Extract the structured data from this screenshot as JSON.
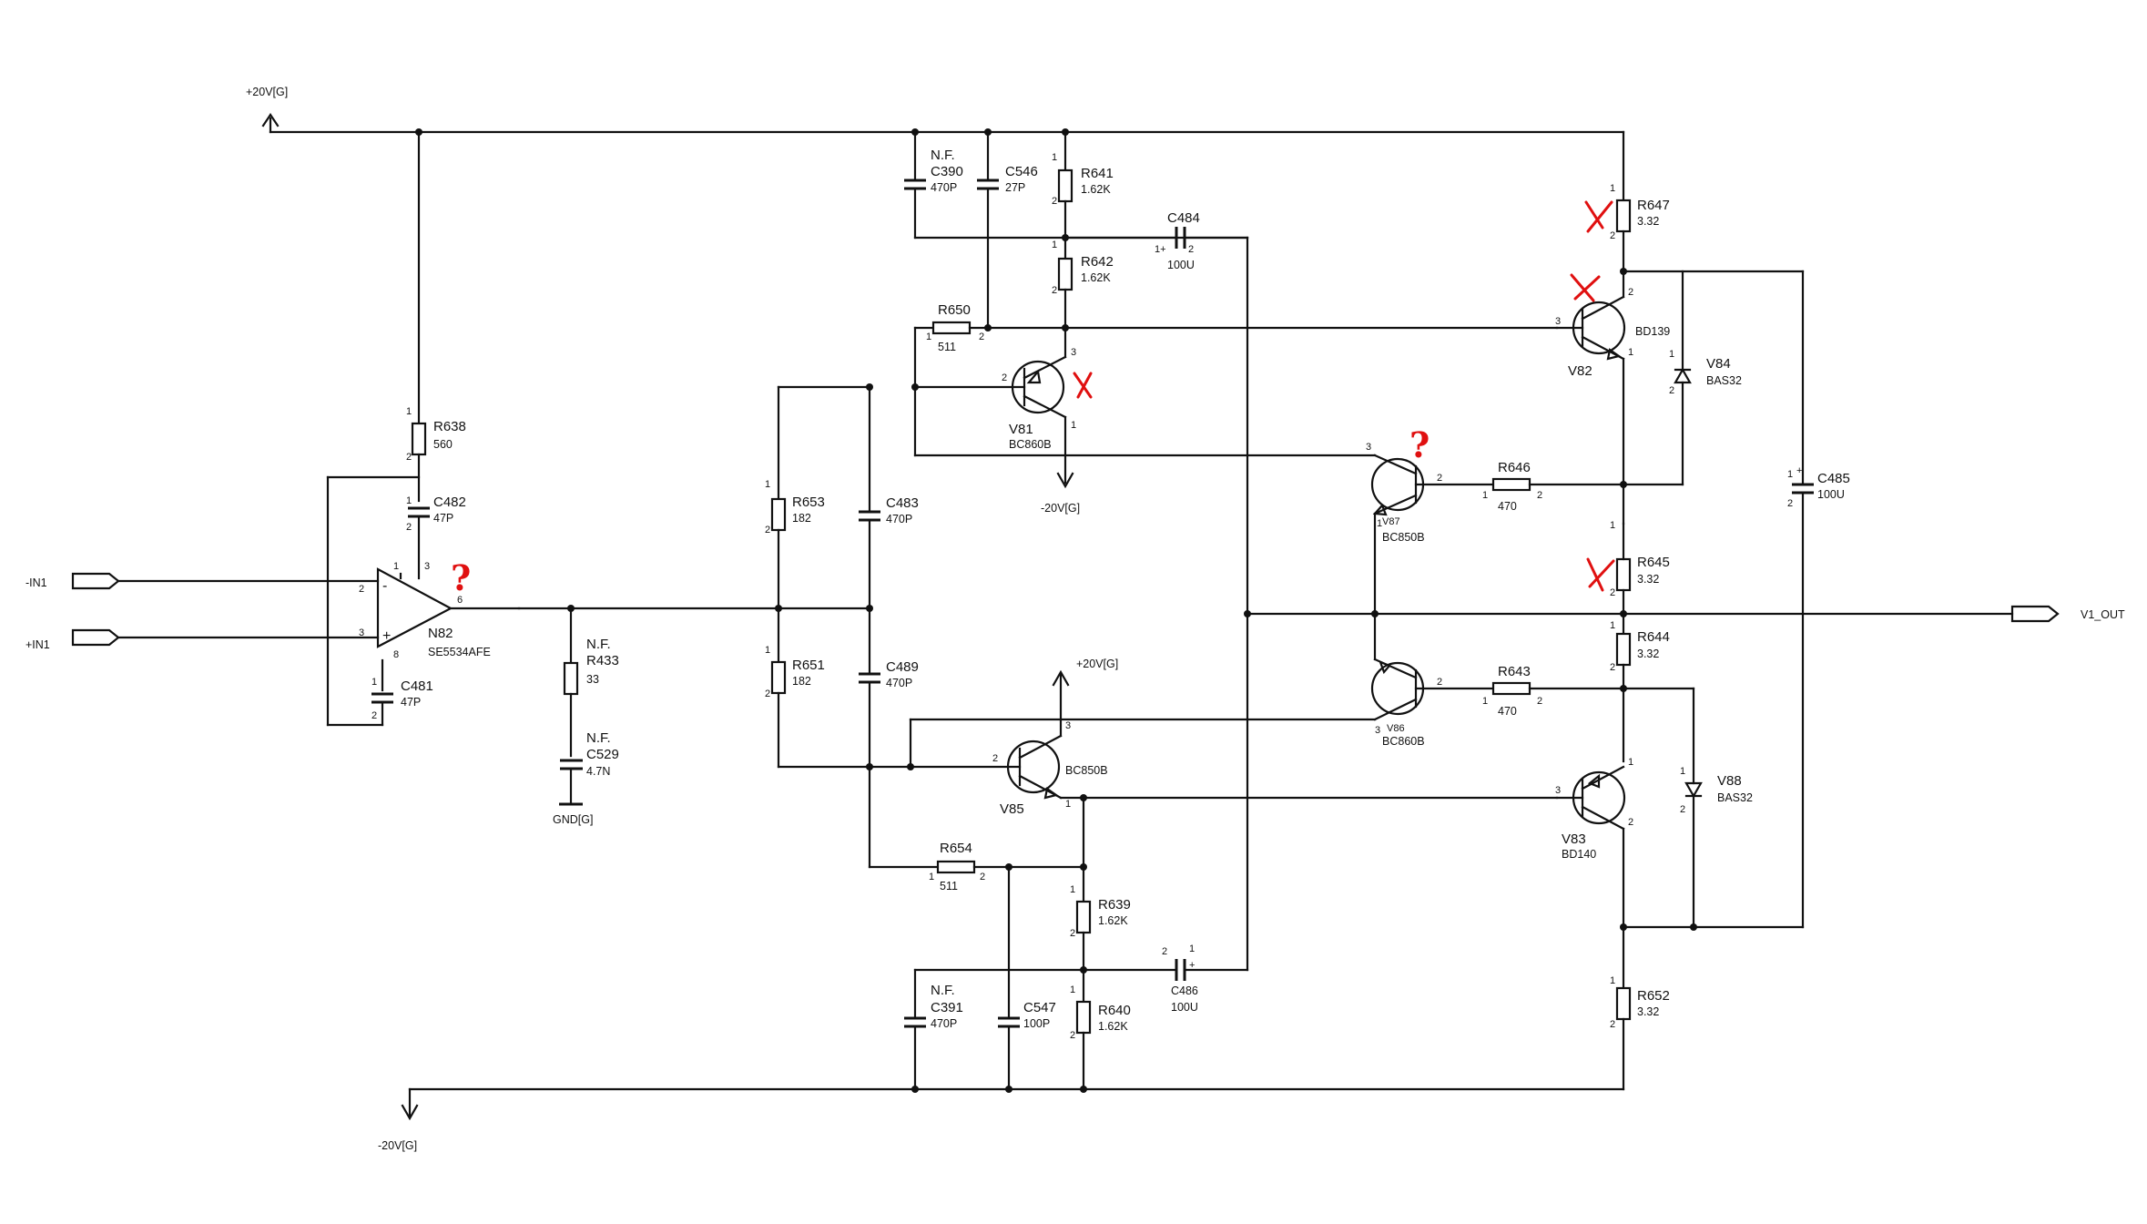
{
  "supply": {
    "pos_top": "+20V[G]",
    "neg_bottom": "-20V[G]",
    "neg_v81": "-20V[G]",
    "pos_v85": "+20V[G]",
    "gnd": "GND[G]"
  },
  "ports": {
    "in_neg": "-IN1",
    "in_pos": "+IN1",
    "out": "V1_OUT"
  },
  "annotation": {
    "nf": "N.F.",
    "question": "?",
    "cross": "X"
  },
  "opamp": {
    "ref": "N82",
    "part": "SE5534AFE"
  },
  "resistors": {
    "R638": {
      "ref": "R638",
      "val": "560"
    },
    "R641": {
      "ref": "R641",
      "val": "1.62K"
    },
    "R642": {
      "ref": "R642",
      "val": "1.62K"
    },
    "R650": {
      "ref": "R650",
      "val": "511"
    },
    "R653": {
      "ref": "R653",
      "val": "182"
    },
    "R651": {
      "ref": "R651",
      "val": "182"
    },
    "R433": {
      "ref": "R433",
      "val": "33"
    },
    "R654": {
      "ref": "R654",
      "val": "511"
    },
    "R639": {
      "ref": "R639",
      "val": "1.62K"
    },
    "R640": {
      "ref": "R640",
      "val": "1.62K"
    },
    "R647": {
      "ref": "R647",
      "val": "3.32"
    },
    "R646": {
      "ref": "R646",
      "val": "470"
    },
    "R645": {
      "ref": "R645",
      "val": "3.32"
    },
    "R644": {
      "ref": "R644",
      "val": "3.32"
    },
    "R643": {
      "ref": "R643",
      "val": "470"
    },
    "R652": {
      "ref": "R652",
      "val": "3.32"
    }
  },
  "capacitors": {
    "C390": {
      "ref": "C390",
      "val": "470P"
    },
    "C546": {
      "ref": "C546",
      "val": "27P"
    },
    "C484": {
      "ref": "C484",
      "val": "100U"
    },
    "C482": {
      "ref": "C482",
      "val": "47P"
    },
    "C481": {
      "ref": "C481",
      "val": "47P"
    },
    "C483": {
      "ref": "C483",
      "val": "470P"
    },
    "C489": {
      "ref": "C489",
      "val": "470P"
    },
    "C529": {
      "ref": "C529",
      "val": "4.7N"
    },
    "C391": {
      "ref": "C391",
      "val": "470P"
    },
    "C547": {
      "ref": "C547",
      "val": "100P"
    },
    "C486": {
      "ref": "C486",
      "val": "100U"
    },
    "C485": {
      "ref": "C485",
      "val": "100U"
    }
  },
  "transistors": {
    "V81": {
      "ref": "V81",
      "part": "BC860B"
    },
    "V82": {
      "ref": "V82",
      "part": "BD139"
    },
    "V87": {
      "ref": "V87",
      "part": "BC850B"
    },
    "V86": {
      "ref": "V86",
      "part": "BC860B"
    },
    "V85": {
      "ref": "V85",
      "part": "BC850B"
    },
    "V83": {
      "ref": "V83",
      "part": "BD140"
    }
  },
  "diodes": {
    "V84": {
      "ref": "V84",
      "part": "BAS32"
    },
    "V88": {
      "ref": "V88",
      "part": "BAS32"
    }
  },
  "pins": {
    "p1": "1",
    "p2": "2",
    "p3": "3",
    "p6": "6",
    "p8": "8",
    "plus": "+",
    "minus": "-",
    "p1plus": "1+"
  }
}
